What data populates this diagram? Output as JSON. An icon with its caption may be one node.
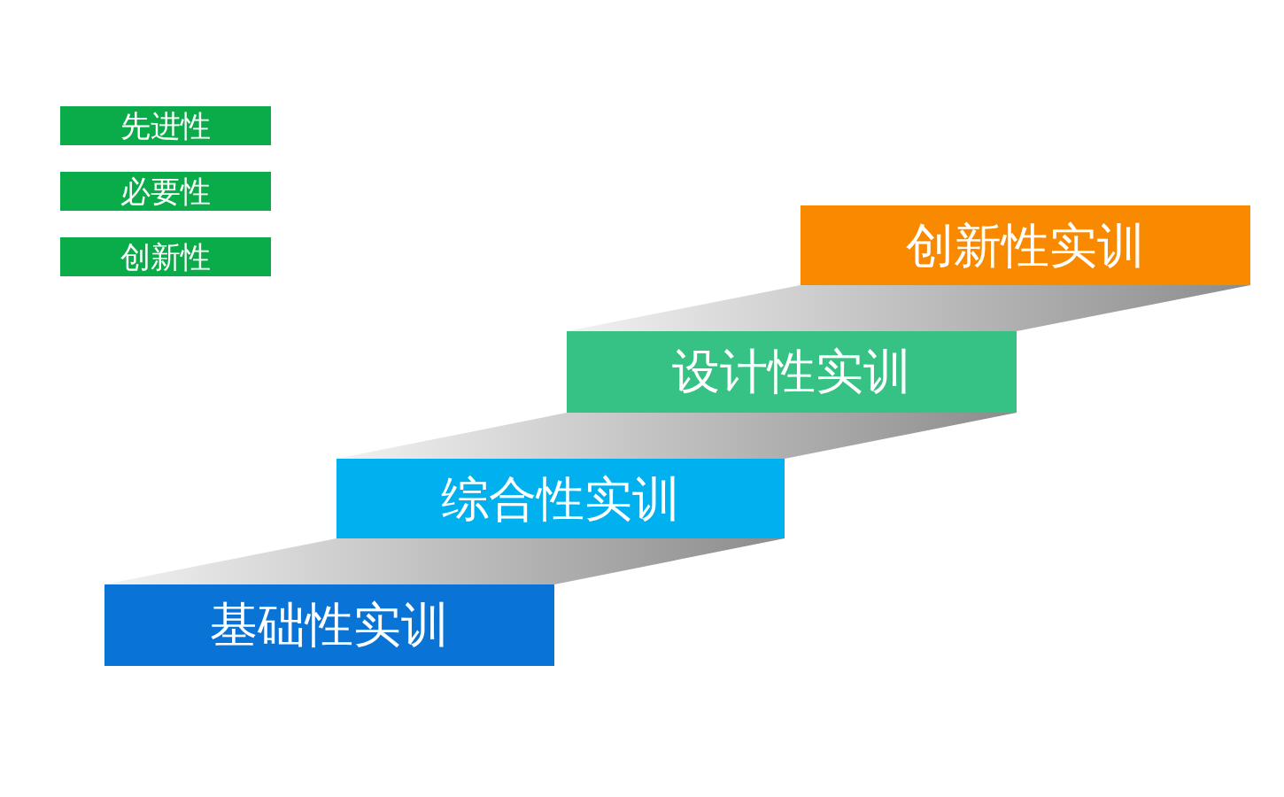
{
  "diagram": {
    "nodes": [
      {
        "text": [
          "先进性"
        ]
      },
      {
        "text": [
          "必要性"
        ]
      },
      {
        "text": [
          "创新性"
        ]
      },
      {
        "text": [
          "创新性实训"
        ]
      },
      {
        "text": [
          "设计性实训"
        ]
      },
      {
        "text": [
          "综合性实训"
        ]
      },
      {
        "text": [
          "基础性实训"
        ]
      }
    ],
    "edges": []
  }
}
